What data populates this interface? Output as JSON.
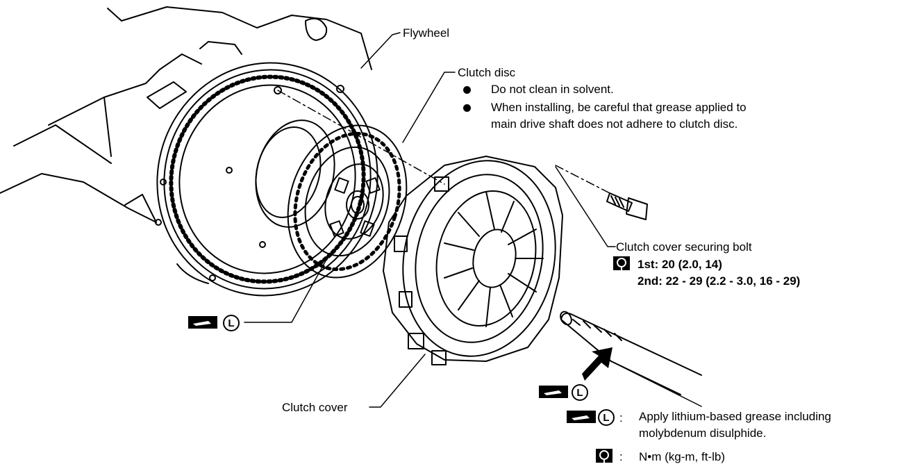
{
  "labels": {
    "flywheel": "Flywheel",
    "clutch_disc": "Clutch disc",
    "disc_note_1": "Do not clean in solvent.",
    "disc_note_2_line1": "When installing, be careful that grease applied to",
    "disc_note_2_line2": "main drive shaft does not adhere to clutch disc.",
    "bolt": "Clutch cover securing bolt",
    "torque_1st": "1st: 20 (2.0, 14)",
    "torque_2nd": "2nd: 22 - 29 (2.2 - 3.0, 16 - 29)",
    "clutch_cover": "Clutch cover"
  },
  "legend": {
    "grease_colon": ":",
    "grease_line1": "Apply lithium-based grease including",
    "grease_line2": "molybdenum disulphide.",
    "torque_colon": ":",
    "torque_units": "N•m (kg-m, ft-lb)"
  },
  "icons": {
    "grease": "grease-gun-icon",
    "lithium": "circled-L-icon",
    "torque": "torque-wrench-icon"
  }
}
